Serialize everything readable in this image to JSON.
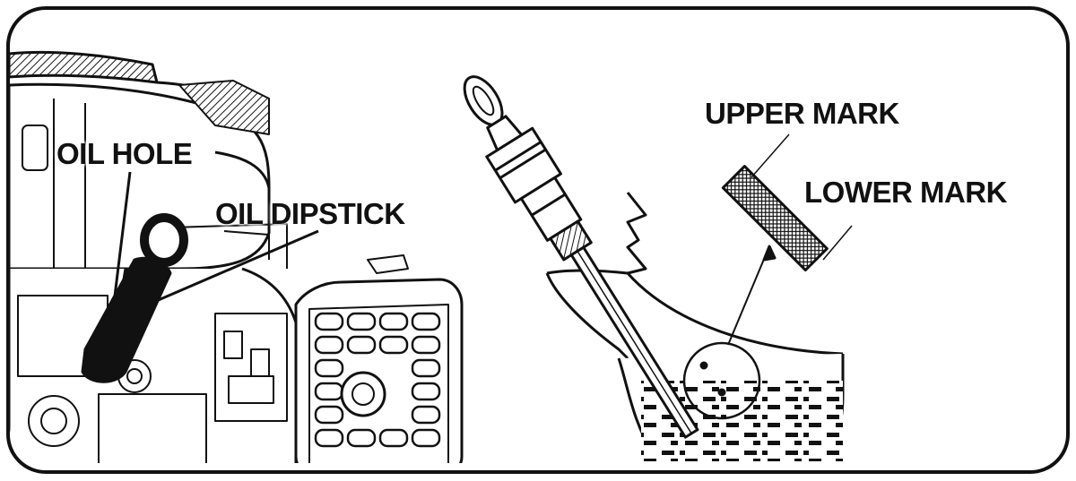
{
  "labels": {
    "oil_hole": "OIL HOLE",
    "oil_dipstick": "OIL DIPSTICK",
    "upper_mark": "UPPER MARK",
    "lower_mark": "LOWER MARK"
  },
  "colors": {
    "ink": "#111111",
    "paper": "#ffffff",
    "gray": "#8a8a8a"
  }
}
